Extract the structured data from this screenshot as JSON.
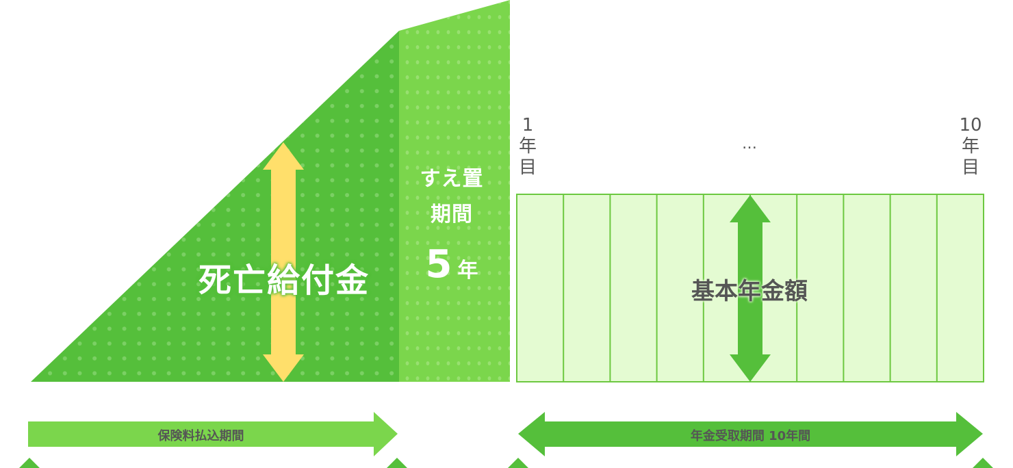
{
  "diagram": {
    "death_benefit_label": "死亡給付金",
    "deferral": {
      "line1": "すえ置",
      "line2": "期間",
      "years_number": "5",
      "years_unit": "年"
    },
    "timeline": {
      "first_year": {
        "number": "1",
        "char1": "年",
        "char2": "目"
      },
      "ellipsis": "…",
      "last_year": {
        "number": "10",
        "char1": "年",
        "char2": "目"
      },
      "column_count": 10
    },
    "pension_amount_label": "基本年金額",
    "periods": {
      "premium_payment": "保険料払込期間",
      "pension_receipt": "年金受取期間 10年間"
    },
    "colors": {
      "dark_green": "#55bf3b",
      "light_green": "#7bd64c",
      "grid_fill": "#e4fbd2",
      "grid_line": "#6cc840",
      "yellow_arrow": "#ffdf6b",
      "text_gray": "#555555"
    }
  }
}
